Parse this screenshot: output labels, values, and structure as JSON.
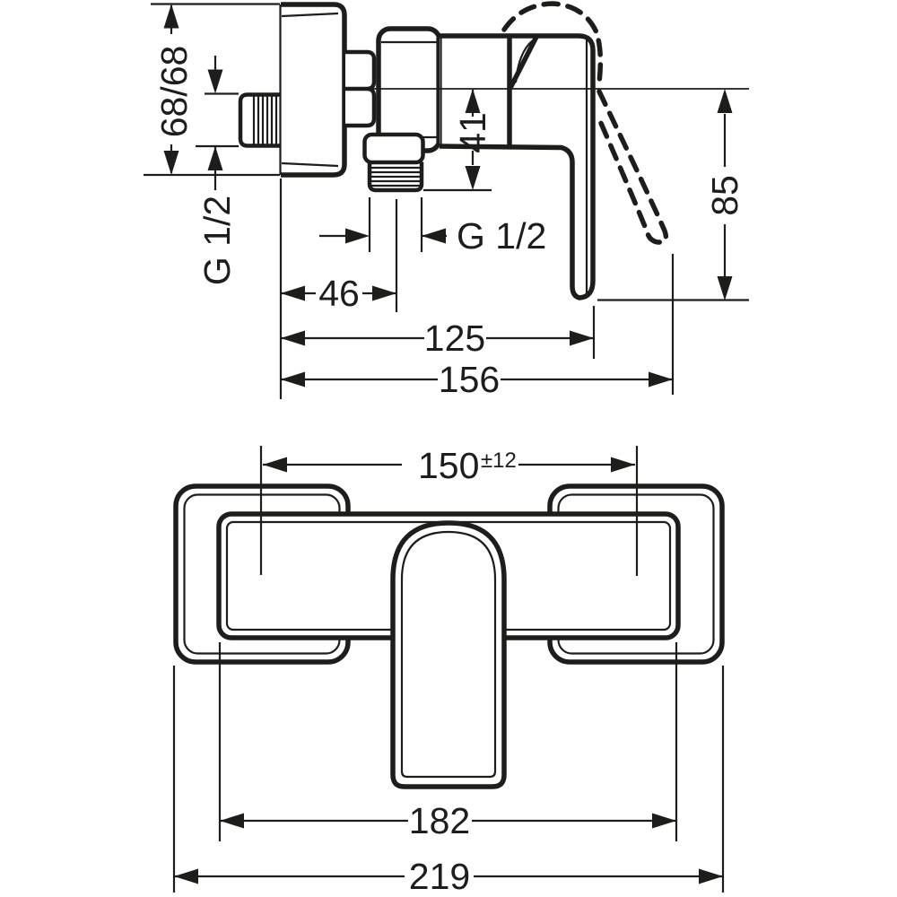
{
  "drawing": {
    "background": "#ffffff",
    "ink": "#1d1d1b",
    "side_view": {
      "escutcheon_size": "68/68",
      "wall_thread": "G 1/2",
      "outlet_offset": "41",
      "outlet_thread": "G 1/2",
      "wall_to_outlet": "46",
      "depth_closed": "125",
      "depth_open": "156",
      "handle_drop": "85"
    },
    "front_view": {
      "connection_centers": "150",
      "connection_tolerance": "±12",
      "body_width": "182",
      "overall_width": "219"
    }
  }
}
